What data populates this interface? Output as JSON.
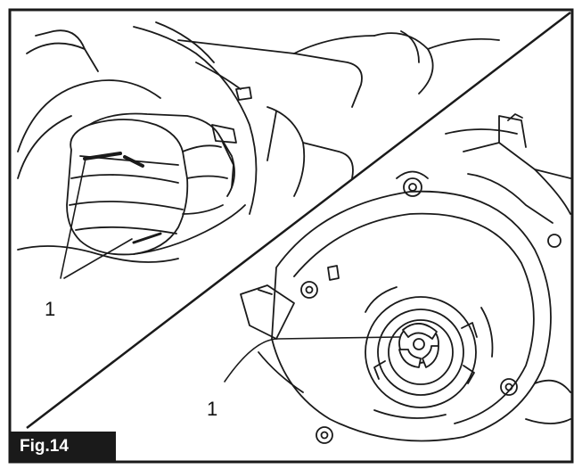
{
  "figure": {
    "label": "Fig.14",
    "callout_top_left": "1",
    "callout_bottom_right": "1"
  },
  "colors": {
    "line": "#1a1a1a",
    "background": "#ffffff",
    "label_bg": "#1a1a1a",
    "label_text": "#ffffff"
  }
}
